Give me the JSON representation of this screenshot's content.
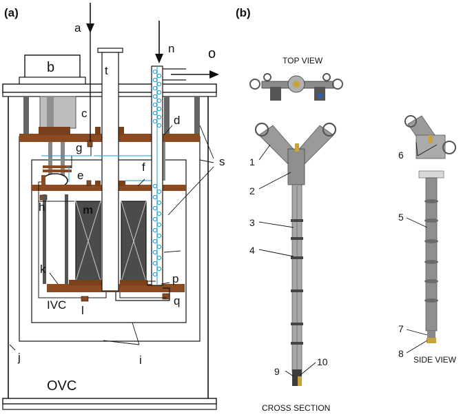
{
  "panel_a": {
    "tag": "(a)",
    "labels": {
      "a": "a",
      "b": "b",
      "c": "c",
      "d": "d",
      "e": "e",
      "f": "f",
      "g": "g",
      "h": "h",
      "i": "i",
      "j": "j",
      "k": "k",
      "l": "l",
      "m": "m",
      "n": "n",
      "o": "o",
      "p": "p",
      "q": "q",
      "s": "s",
      "t": "t"
    },
    "ivc": "IVC",
    "ovc": "OVC"
  },
  "panel_b": {
    "tag": "(b)",
    "top_view": "TOP VIEW",
    "cross_section": "CROSS  SECTION",
    "side_view": "SIDE VIEW",
    "numbers": {
      "n1": "1",
      "n2": "2",
      "n3": "3",
      "n4": "4",
      "n5": "5",
      "n6": "6",
      "n7": "7",
      "n8": "8",
      "n9": "9",
      "n10": "10"
    }
  },
  "colors": {
    "copper": "#8b4a22",
    "steel": "#9a9a9a",
    "capillary": "#1a9bd7",
    "outline": "#111111"
  }
}
